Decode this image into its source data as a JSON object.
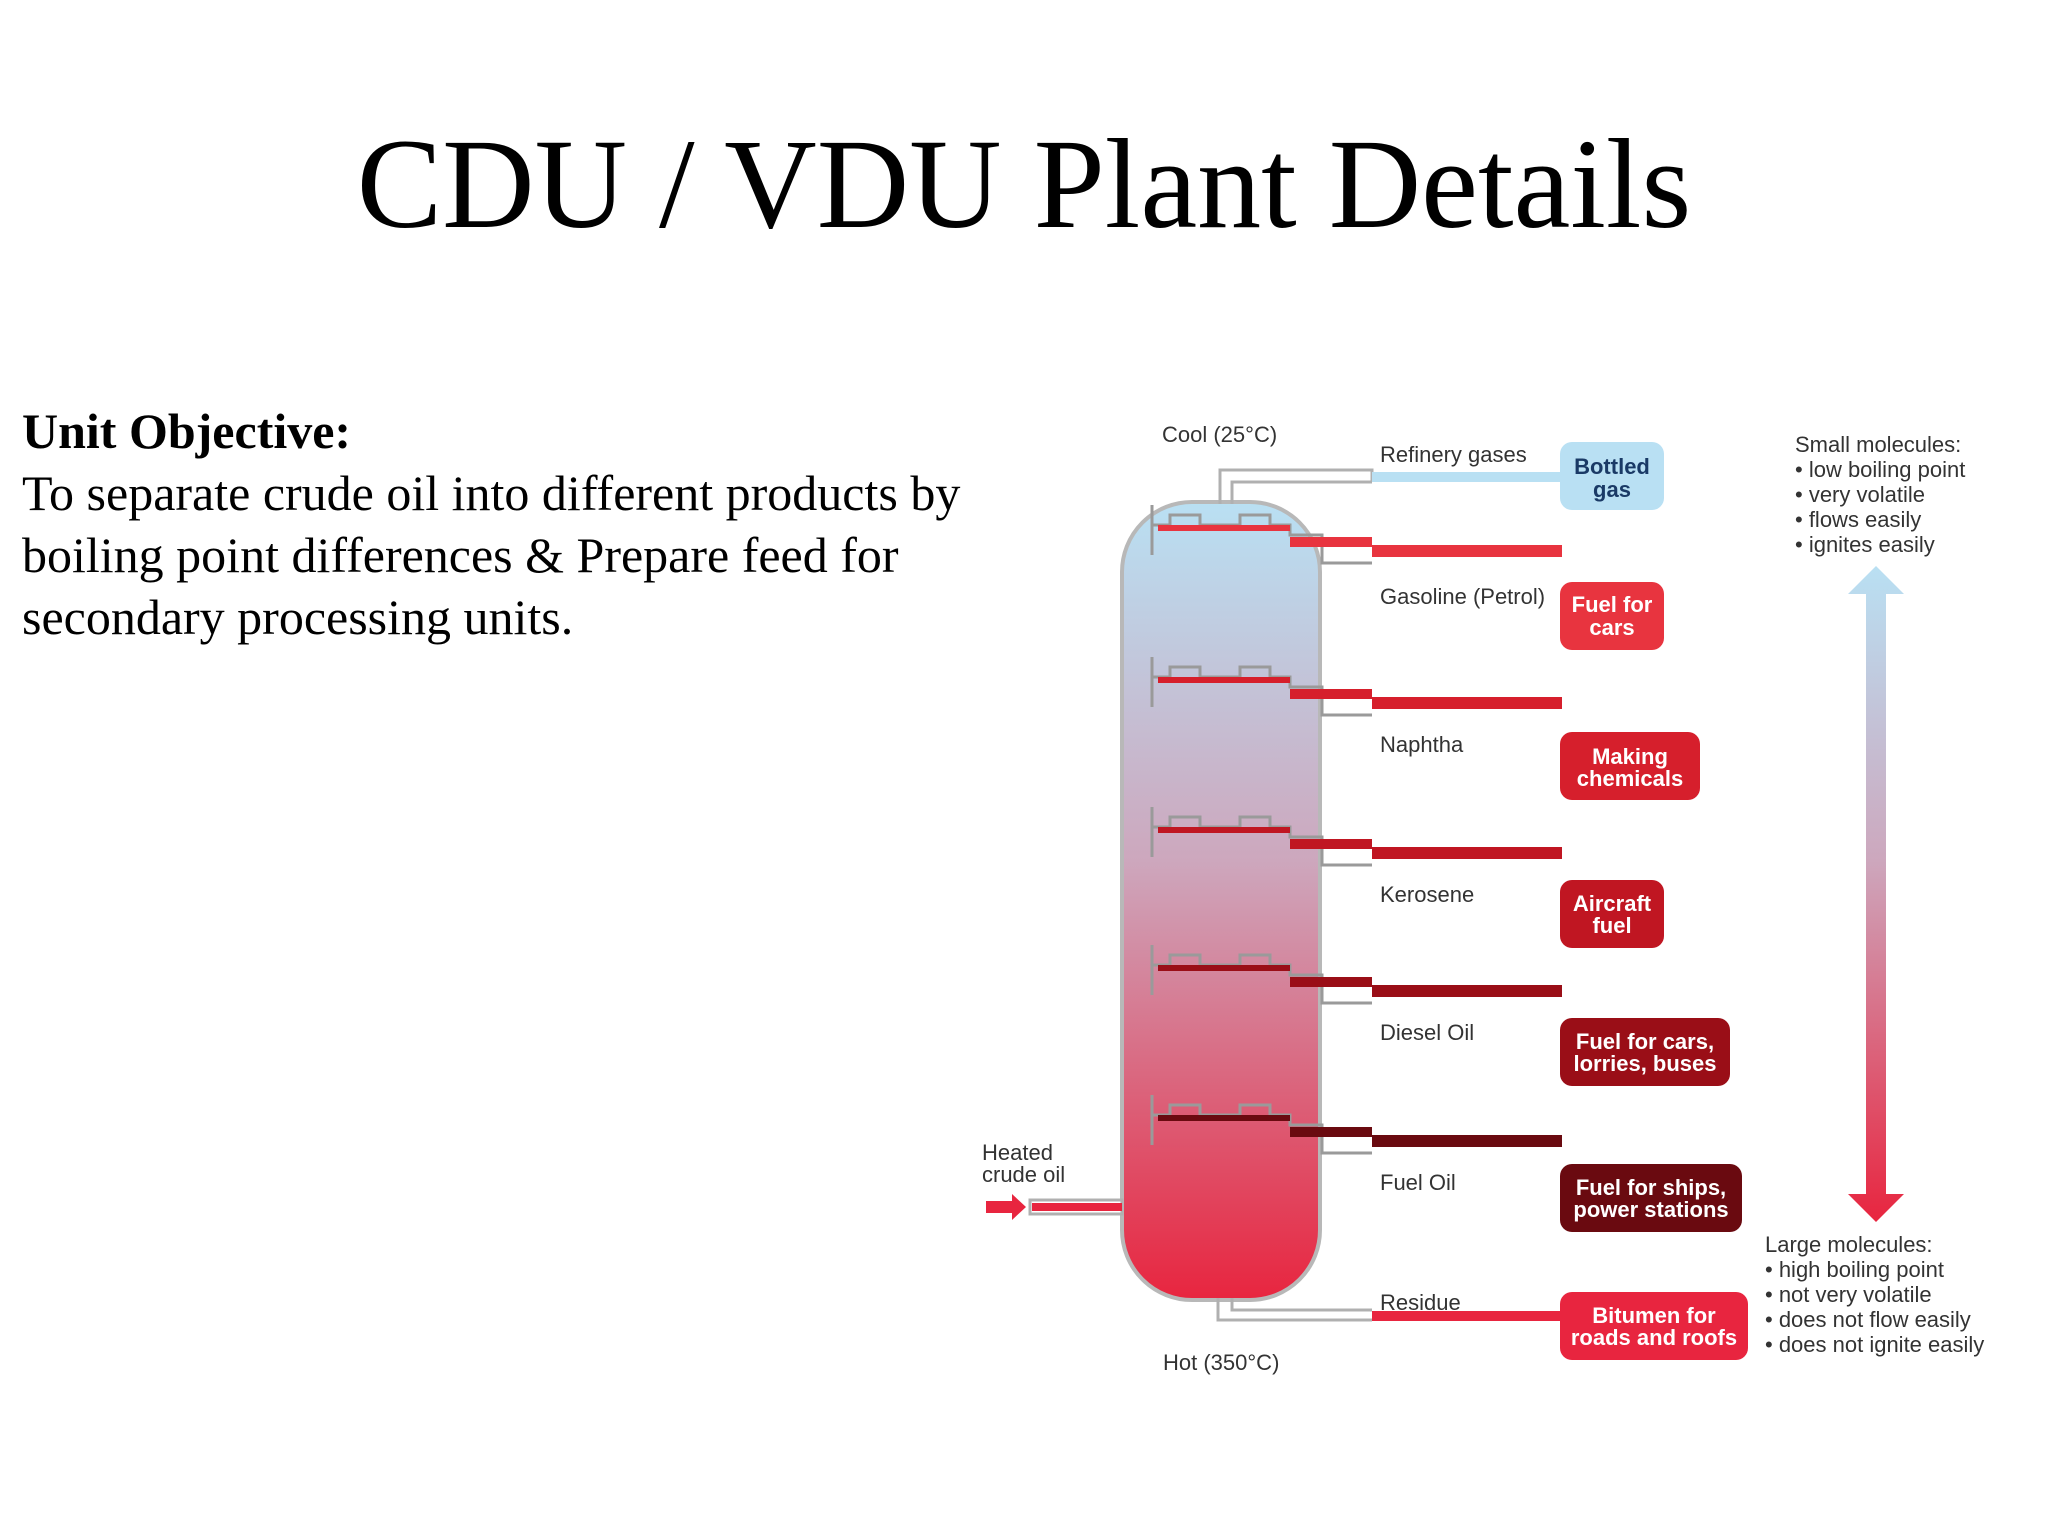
{
  "title": "CDU / VDU Plant Details",
  "objective": {
    "heading": "Unit Objective:",
    "text": "To separate crude oil into different products by boiling point differences & Prepare feed for secondary processing units."
  },
  "column": {
    "top_label": "Cool (25°C)",
    "bottom_label": "Hot (350°C)",
    "feed_line1": "Heated",
    "feed_line2": "crude oil"
  },
  "fractions": [
    {
      "name": "Refinery gases",
      "product_line1": "Bottled",
      "product_line2": "gas"
    },
    {
      "name": "Gasoline (Petrol)",
      "product_line1": "Fuel for",
      "product_line2": "cars"
    },
    {
      "name": "Naphtha",
      "product_line1": "Making",
      "product_line2": "chemicals"
    },
    {
      "name": "Kerosene",
      "product_line1": "Aircraft",
      "product_line2": "fuel"
    },
    {
      "name": "Diesel Oil",
      "product_line1": "Fuel for cars,",
      "product_line2": "lorries, buses"
    },
    {
      "name": "Fuel Oil",
      "product_line1": "Fuel for ships,",
      "product_line2": "power stations"
    },
    {
      "name": "Residue",
      "product_line1": "Bitumen for",
      "product_line2": "roads and roofs"
    }
  ],
  "small_molecules": {
    "heading": "Small molecules:",
    "items": [
      "• low boiling point",
      "• very volatile",
      "• flows easily",
      "• ignites easily"
    ]
  },
  "large_molecules": {
    "heading": "Large molecules:",
    "items": [
      "• high boiling point",
      "• not very volatile",
      "• does not flow easily",
      "• does not ignite easily"
    ]
  },
  "colors": {
    "cool": "#b8def2",
    "hot": "#e8253f",
    "gasoline": "#e8343f",
    "naphtha": "#d61f2c",
    "kerosene": "#c01622",
    "diesel": "#9a0e17",
    "fuel_oil": "#6a0a10",
    "residue": "#e8253f"
  }
}
